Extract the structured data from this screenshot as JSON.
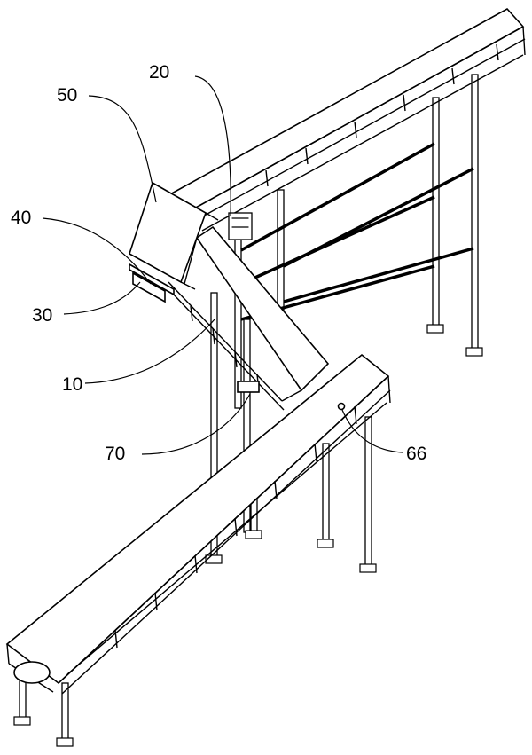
{
  "figure": {
    "labels": [
      {
        "id": "label-50",
        "text": "50"
      },
      {
        "id": "label-20",
        "text": "20"
      },
      {
        "id": "label-40",
        "text": "40"
      },
      {
        "id": "label-30",
        "text": "30"
      },
      {
        "id": "label-10",
        "text": "10"
      },
      {
        "id": "label-70",
        "text": "70"
      },
      {
        "id": "label-66",
        "text": "66"
      }
    ]
  }
}
